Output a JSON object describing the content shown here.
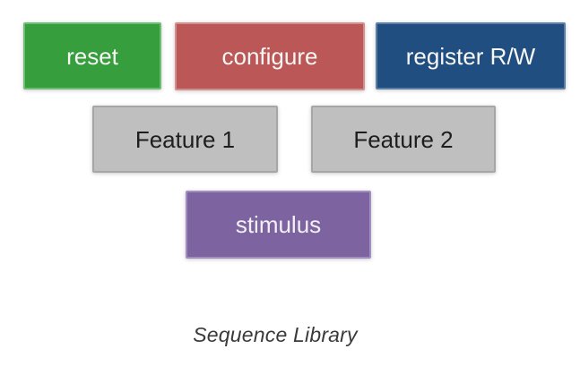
{
  "diagram": {
    "caption": "Sequence Library",
    "caption_color": "#3A3A3A",
    "background": "#FFFFFF",
    "boxes": [
      {
        "label": "reset",
        "fill": "#369E3D",
        "border": "#6DBE72",
        "text_color": "#F7F7F5"
      },
      {
        "label": "configure",
        "fill": "#BB5756",
        "border": "#D38F8C",
        "text_color": "#F7F7F5"
      },
      {
        "label": "register R/W",
        "fill": "#204E80",
        "border": "#5C7FA8",
        "text_color": "#F7F7F5"
      },
      {
        "label": "Feature 1",
        "fill": "#BFBFBF",
        "border": "#A6A6A6",
        "text_color": "#1E1E1E"
      },
      {
        "label": "Feature 2",
        "fill": "#BFBFBF",
        "border": "#A6A6A6",
        "text_color": "#1E1E1E"
      },
      {
        "label": "stimulus",
        "fill": "#7D64A0",
        "border": "#A08FC0",
        "text_color": "#F3F0F5"
      }
    ]
  }
}
